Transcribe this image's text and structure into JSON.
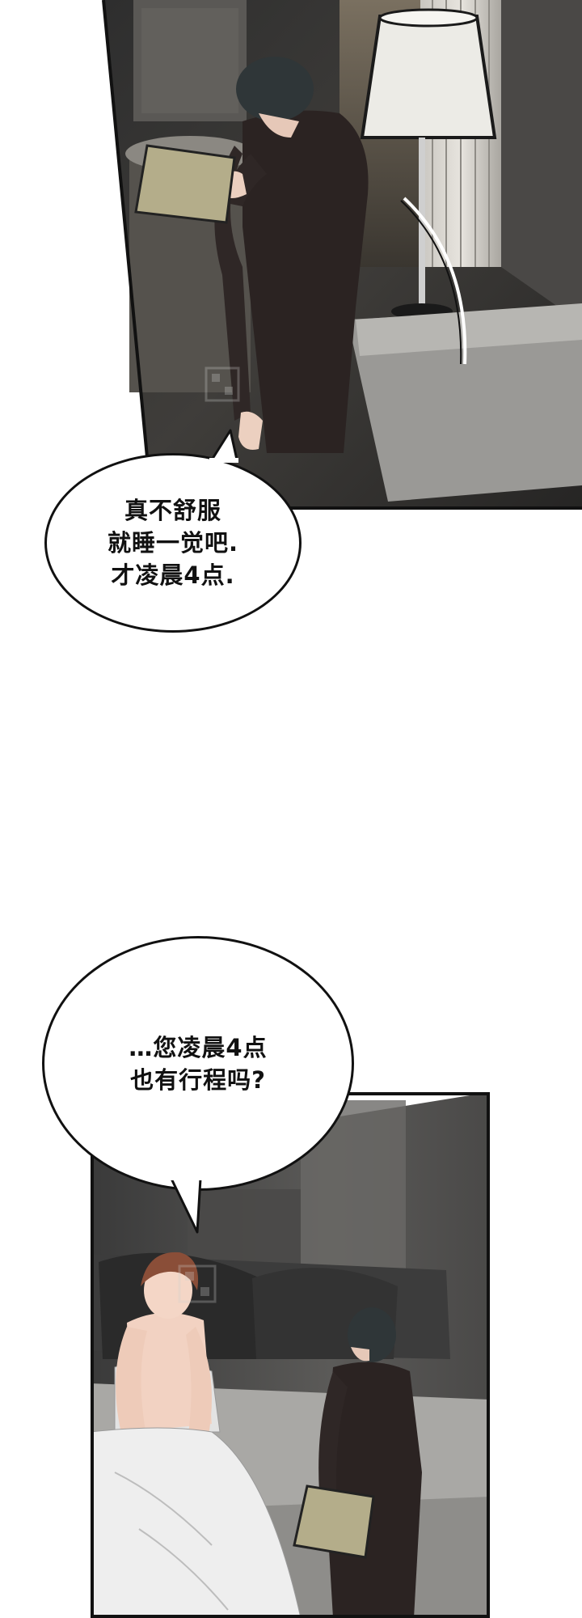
{
  "bubbles": {
    "first": {
      "lines": [
        "真不舒服",
        "就睡一觉吧.",
        "才凌晨4点."
      ]
    },
    "second": {
      "lines": [
        "…您凌晨4点",
        "也有行程吗?"
      ]
    }
  },
  "colors": {
    "bubble_border": "#111111",
    "panel_dark": "#3a3a3a",
    "suit": "#2b2322",
    "lamp_shade": "#ecebe6",
    "folder": "#b4ad8a",
    "skin": "#f2d2c2",
    "hair_brown": "#8a4e38",
    "sheet": "#eeeeee"
  },
  "icons": {
    "watermark": "qr-watermark-icon"
  }
}
